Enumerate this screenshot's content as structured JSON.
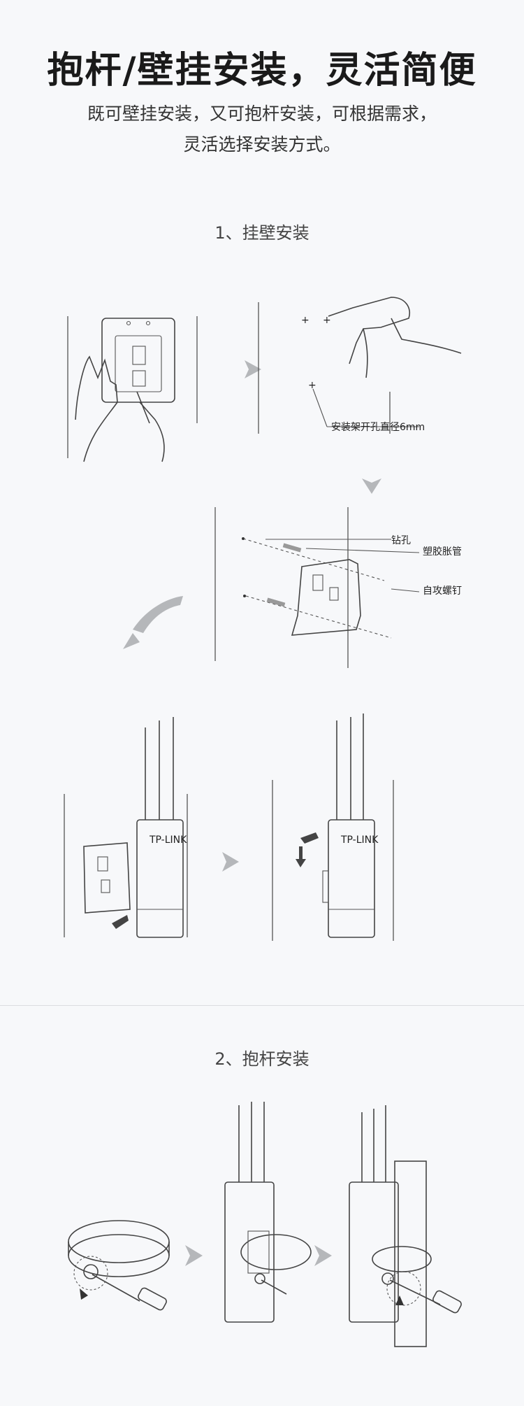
{
  "heading": {
    "title": "抱杆/壁挂安装，灵活简便",
    "subtitle_line1": "既可壁挂安装，又可抱杆安装，可根据需求，",
    "subtitle_line2": "灵活选择安装方式。"
  },
  "sections": {
    "wall": "1、挂壁安装",
    "pole": "2、抱杆安装"
  },
  "labels": {
    "drill_note": "安装架开孔直径6mm",
    "drill_hole": "钻孔",
    "plastic_anchor": "塑胶胀管",
    "screw": "自攻螺钉",
    "brand": "TP-LINK"
  },
  "colors": {
    "background": "#f7f8fa",
    "arrow": "#b5b7ba",
    "line": "#444444"
  }
}
